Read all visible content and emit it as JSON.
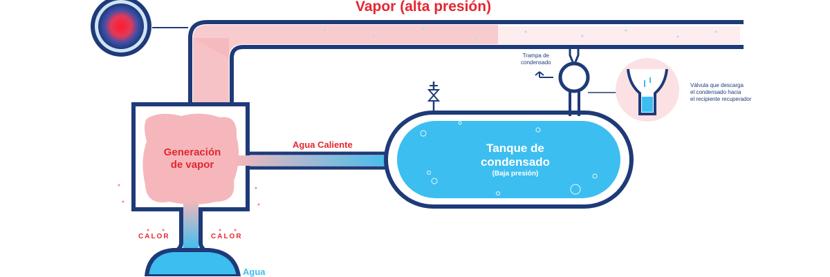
{
  "colors": {
    "pipe": "#1e3a78",
    "steam": "#f5b7bb",
    "water": "#3cbef0",
    "label_red": "#e3262f",
    "heat_core": "#ff1a2e"
  },
  "labels": {
    "vapor_title": "Vapor",
    "vapor_subtitle": "(alta presión)",
    "generacion": "Generación",
    "de_vapor": "de vapor",
    "agua_caliente": "Agua Caliente",
    "tanque_line1": "Tanque de",
    "tanque_line2": "condensado",
    "baja_presion": "(Baja presión)",
    "trampa_line1": "Trampa de",
    "trampa_line2": "condensado",
    "valvula_line1": "Válvula que descarga",
    "valvula_line2": "el condensado hacia",
    "valvula_line3": "el recipiente recuperador",
    "calor_left": "CALOR",
    "calor_right": "CALOR",
    "agua": "Agua"
  },
  "icons": {
    "heat_source": "heat-source-icon",
    "valve": "gate-valve-icon",
    "trap": "steam-trap-icon",
    "funnel": "discharge-funnel-icon"
  }
}
